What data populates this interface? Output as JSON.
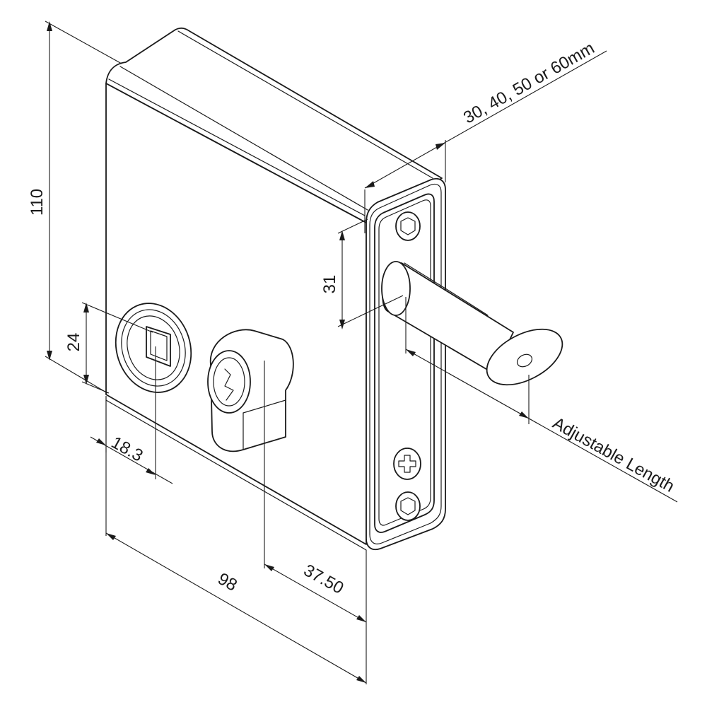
{
  "colors": {
    "line": "#1a1a1a",
    "background": "#ffffff"
  },
  "dimensions": {
    "height": "110",
    "screw_spacing": "31",
    "handle_height": "24",
    "handle_offset": "18.3",
    "cylinder_offset": "37.50",
    "width": "98",
    "bolt_options": "30, 40, 50 or 60mm",
    "bolt_length": "Adjustable Length"
  },
  "icons": [
    "square-spindle-icon",
    "euro-cylinder-icon",
    "hex-screw-icon",
    "phillips-screw-icon"
  ]
}
